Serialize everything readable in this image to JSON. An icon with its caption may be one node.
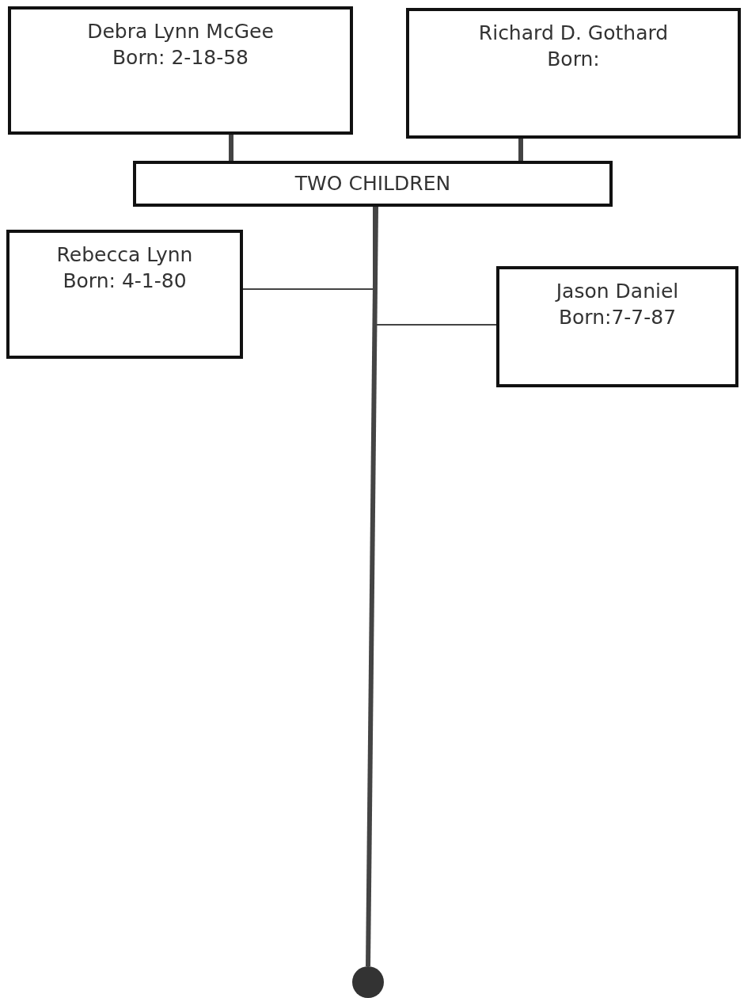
{
  "diagram": {
    "nodes": [
      {
        "text": [
          "Debra Lynn McGee",
          "Born: 2-18-58"
        ]
      },
      {
        "text": [
          "Richard D. Gothard",
          "Born:"
        ]
      },
      {
        "text": [
          "TWO CHILDREN"
        ]
      },
      {
        "text": [
          "Rebecca Lynn",
          "Born: 4-1-80"
        ]
      },
      {
        "text": [
          "Jason Daniel",
          "Born:7-7-87"
        ]
      },
      {
        "text": [],
        "shape": "circle"
      }
    ],
    "edges": [
      {
        "from": 0,
        "to": 2,
        "arrow": "none"
      },
      {
        "from": 1,
        "to": 2,
        "arrow": "none"
      },
      {
        "from": 2,
        "to": 3,
        "arrow": "none"
      },
      {
        "from": 2,
        "to": 4,
        "arrow": "none"
      },
      {
        "from": 2,
        "to": 5,
        "arrow": "none"
      }
    ]
  }
}
